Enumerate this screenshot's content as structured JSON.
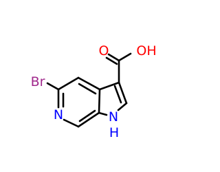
{
  "molecule": {
    "atoms": {
      "oxygen_carbonyl": {
        "symbol": "O",
        "color": "#ff0000"
      },
      "hydroxyl": {
        "symbol": "OH",
        "color": "#ff0000"
      },
      "bromine": {
        "symbol": "Br",
        "color": "#a0288c"
      },
      "pyridine_n": {
        "symbol": "N",
        "color": "#0000ff"
      },
      "pyrrole_n": {
        "symbol": "N",
        "color": "#0000ff"
      },
      "pyrrole_h": {
        "symbol": "H",
        "color": "#0000ff"
      }
    }
  }
}
